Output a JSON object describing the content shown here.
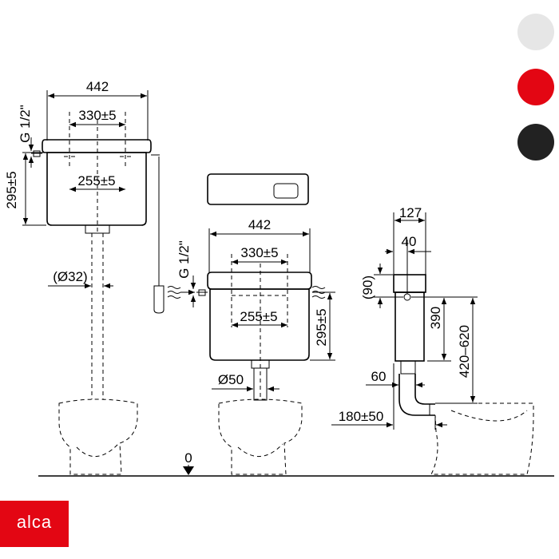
{
  "swatches": [
    {
      "name": "white",
      "color": "#e6e6e6"
    },
    {
      "name": "red",
      "color": "#e30613"
    },
    {
      "name": "black",
      "color": "#222222"
    }
  ],
  "logo": {
    "text": "alca",
    "color": "#e30613"
  },
  "floor_label": "0",
  "left_cistern": {
    "width": "442",
    "hole_spacing": "330±5",
    "fixing_spacing": "255±5",
    "height": "295±5",
    "inlet_thread": "G 1/2\"",
    "pipe_diameter": "(Ø32)"
  },
  "middle_cistern": {
    "width": "442",
    "hole_spacing": "330±5",
    "fixing_spacing": "255±5",
    "height": "295±5",
    "inlet_thread": "G 1/2\"",
    "pipe_diameter": "Ø50"
  },
  "side_view": {
    "depth": "127",
    "wall_offset": "40",
    "inlet_height": "(90)",
    "tank_height": "390",
    "mount_height": "420–620",
    "pipe_offset": "60",
    "pipe_projection": "180±50"
  }
}
